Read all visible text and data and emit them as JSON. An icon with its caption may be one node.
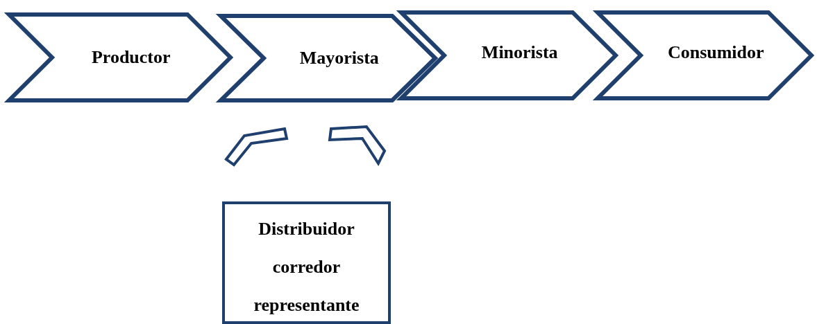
{
  "diagram": {
    "nodes": [
      {
        "text": [
          "Productor"
        ]
      },
      {
        "text": [
          "Mayorista"
        ]
      },
      {
        "text": [
          "Minorista"
        ]
      },
      {
        "text": [
          "Consumidor"
        ]
      },
      {
        "text": [
          "Distribuidor corredor representante"
        ]
      }
    ],
    "edges": [
      {
        "from": 4,
        "to": 1,
        "arrow": "none"
      },
      {
        "from": 4,
        "to": 1,
        "arrow": "none"
      }
    ]
  }
}
